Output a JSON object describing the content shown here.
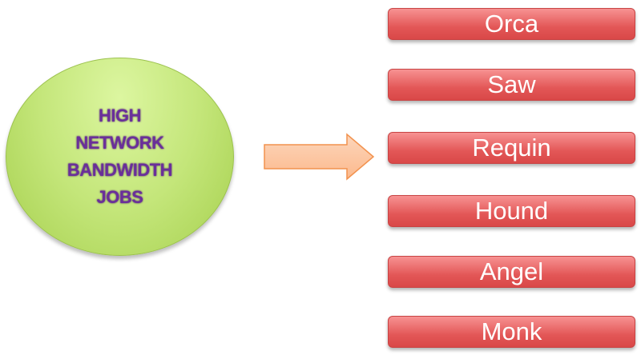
{
  "source": {
    "label": "HIGH\nNETWORK\nBANDWIDTH\nJOBS"
  },
  "targets": [
    "Orca",
    "Saw",
    "Requin",
    "Hound",
    "Angel",
    "Monk"
  ],
  "colors": {
    "ellipse": "#c4e67a",
    "text": "#6a2f9a",
    "arrow": "#fcc39c",
    "box": "#e35757"
  }
}
